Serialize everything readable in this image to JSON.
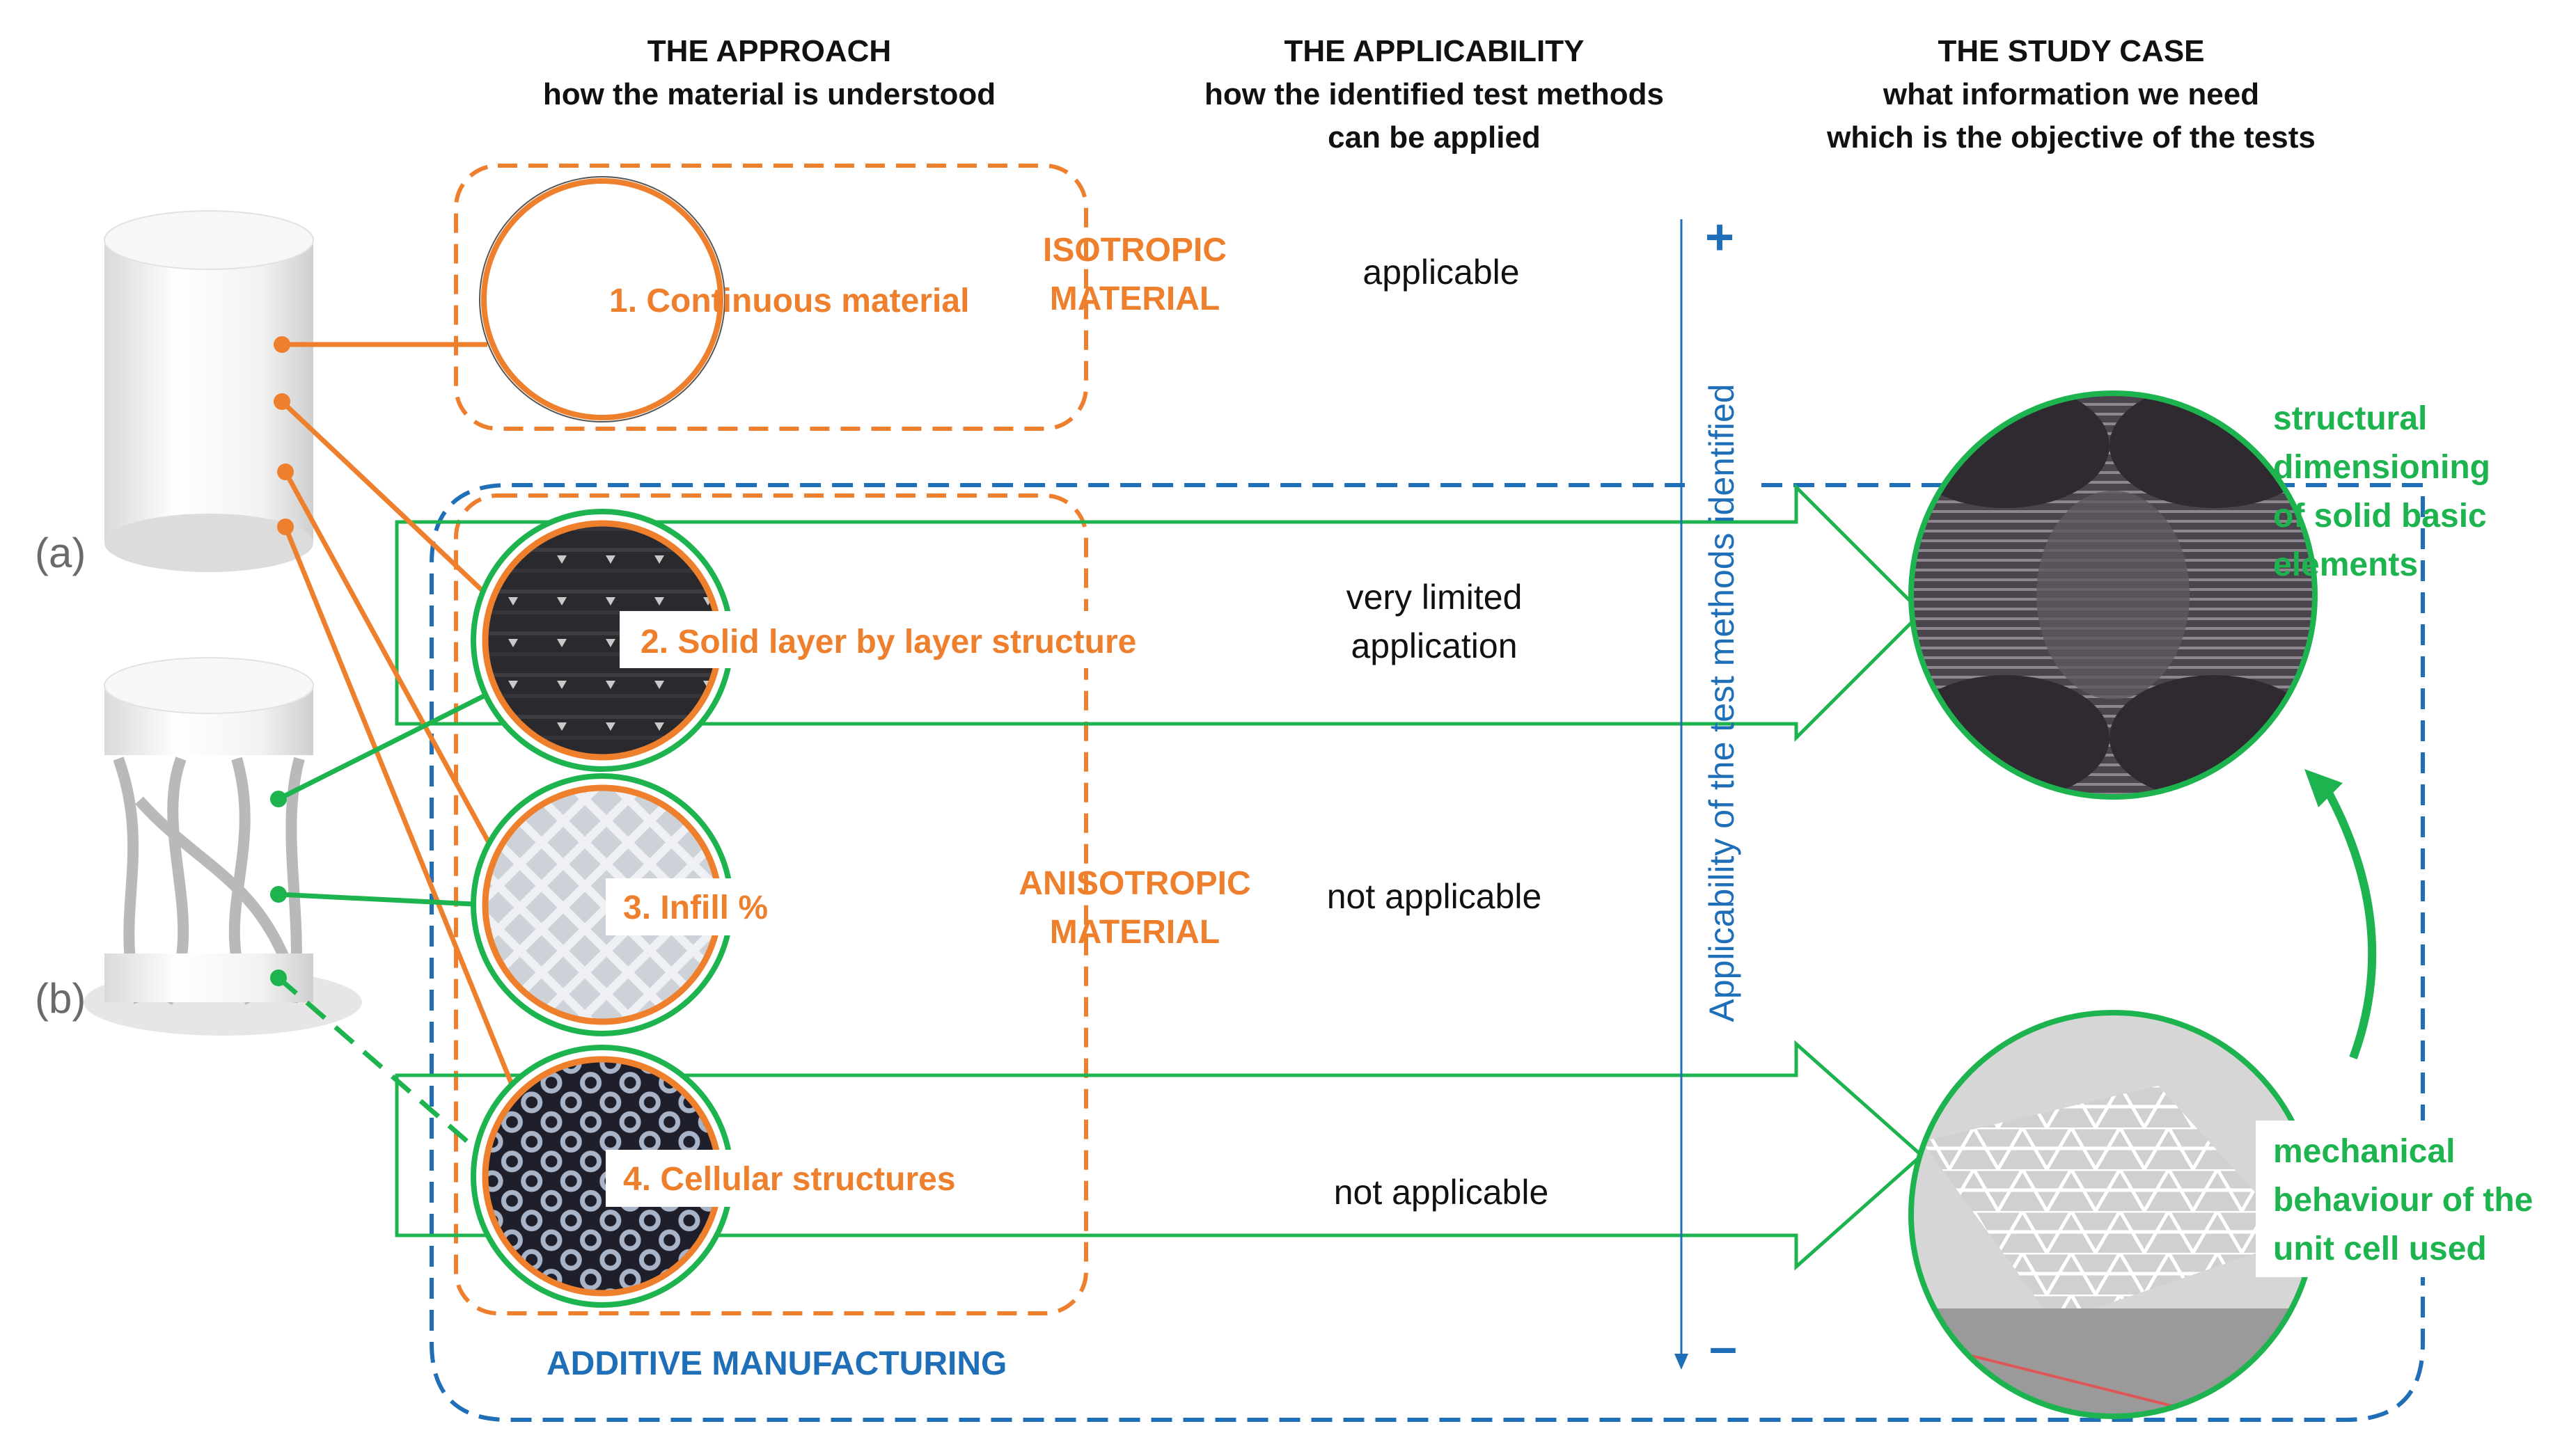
{
  "columns": {
    "approach": {
      "title": "THE APPROACH",
      "subtitle": "how the material is understood"
    },
    "applicability": {
      "title": "THE APPLICABILITY",
      "line1": "how the identified test methods",
      "line2": "can be applied"
    },
    "study": {
      "title": "THE STUDY CASE",
      "line1": "what information we need",
      "line2": "which is the objective of the tests"
    }
  },
  "specimens": {
    "a": "(a)",
    "b": "(b)"
  },
  "groups": {
    "isotropic": [
      "ISOTROPIC",
      "MATERIAL"
    ],
    "anisotropic": [
      "ANISOTROPIC",
      "MATERIAL"
    ],
    "additive": "ADDITIVE MANUFACTURING"
  },
  "approaches": [
    {
      "label": "1. Continuous material",
      "applicability": [
        "applicable"
      ]
    },
    {
      "label": "2. Solid layer by layer structure",
      "applicability": [
        "very limited",
        "application"
      ]
    },
    {
      "label": "3. Infill %",
      "applicability": [
        "not applicable"
      ]
    },
    {
      "label": "4. Cellular structures",
      "applicability": [
        "not applicable"
      ]
    }
  ],
  "axis": {
    "label": "Applicability of the test methods identified",
    "plus": "+",
    "minus": "–"
  },
  "study_cases": {
    "structural": [
      "structural",
      "dimensioning",
      "of solid basic",
      "elements"
    ],
    "mechanical": [
      "mechanical",
      "behaviour of the",
      "unit cell  used"
    ]
  },
  "colors": {
    "orange": "#ee7f2d",
    "green": "#1db34e",
    "blue": "#1f6fb8",
    "text": "#111111",
    "label_gray": "#6a6a6a"
  }
}
